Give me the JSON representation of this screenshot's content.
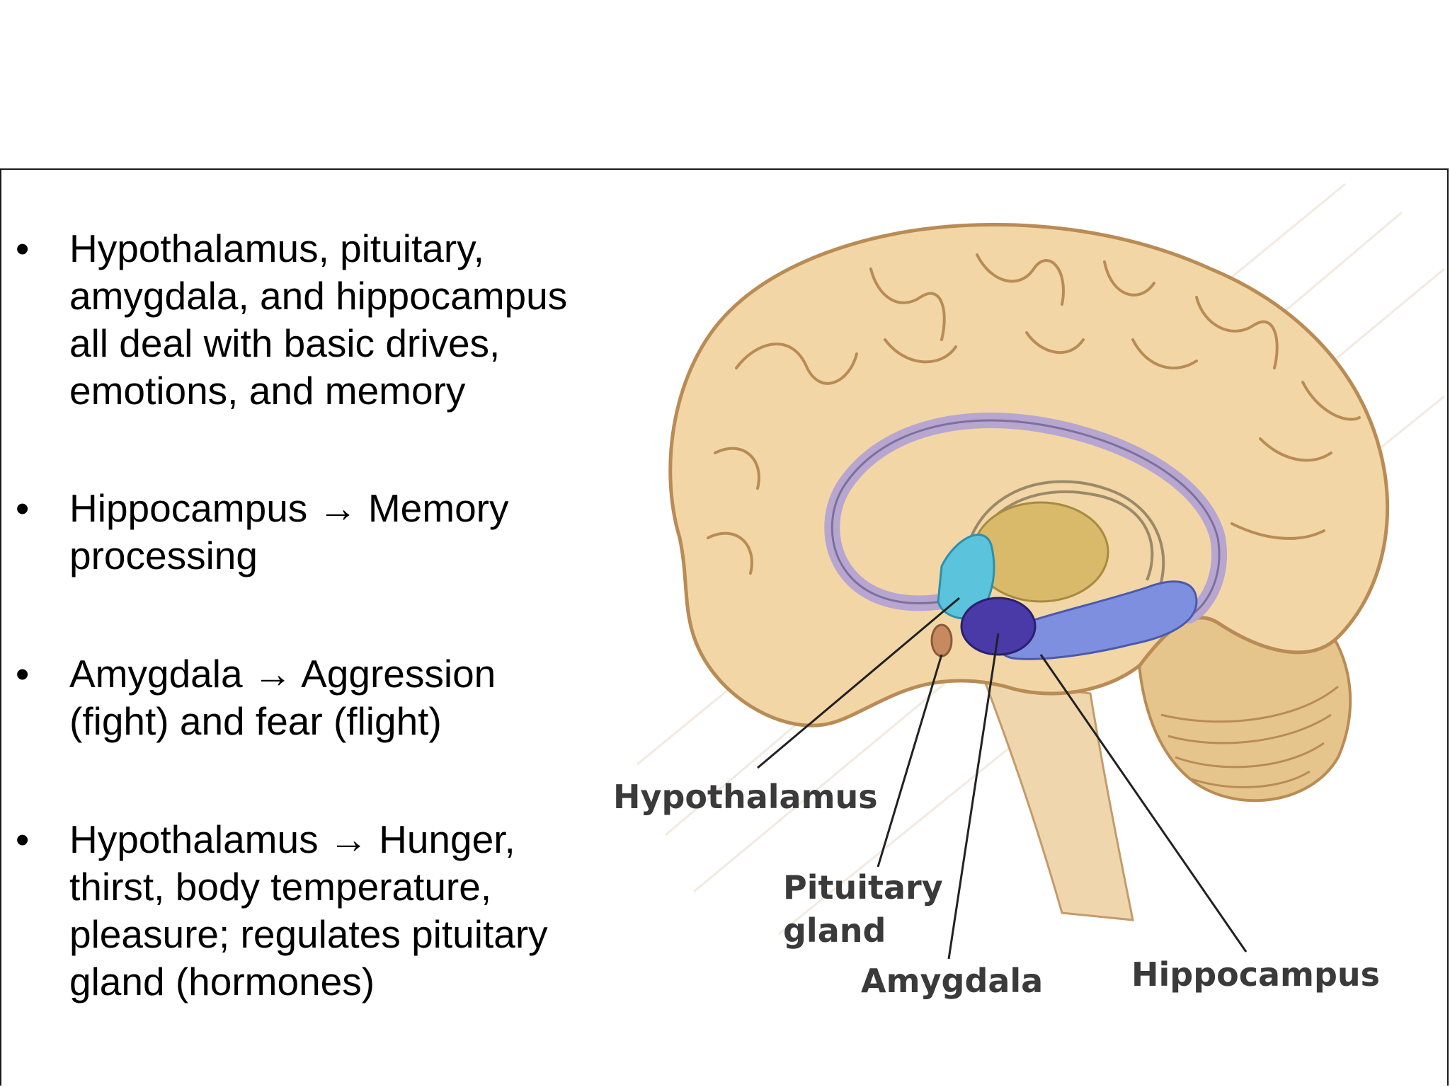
{
  "bullets": [
    {
      "marker": "•",
      "text": "Hypothalamus, pituitary,\namygdala, and hippocampus\nall deal with basic drives,\nemotions, and memory"
    },
    {
      "marker": "•",
      "text": "Hippocampus → Memory\nprocessing"
    },
    {
      "marker": "•",
      "text": "Amygdala → Aggression\n(fight) and fear (flight)"
    },
    {
      "marker": "•",
      "text": "Hypothalamus → Hunger,\nthirst, body temperature,\npleasure; regulates pituitary\ngland (hormones)"
    }
  ],
  "diagram": {
    "labels": {
      "hypothalamus": "Hypothalamus",
      "pituitary_line1": "Pituitary",
      "pituitary_line2": "gland",
      "amygdala": "Amygdala",
      "hippocampus": "Hippocampus"
    },
    "colors": {
      "cortex": "#f3d6a6",
      "cortex_outline": "#b98b55",
      "corpus_callosum": "#b7a6cf",
      "thalamus": "#d9b96a",
      "hypothalamus": "#5cc3dc",
      "amygdala": "#4a3aa8",
      "hippocampus": "#7f8fe0",
      "pituitary": "#c7895f",
      "cerebellum": "#e6c58c",
      "leader_line": "#222222"
    }
  }
}
